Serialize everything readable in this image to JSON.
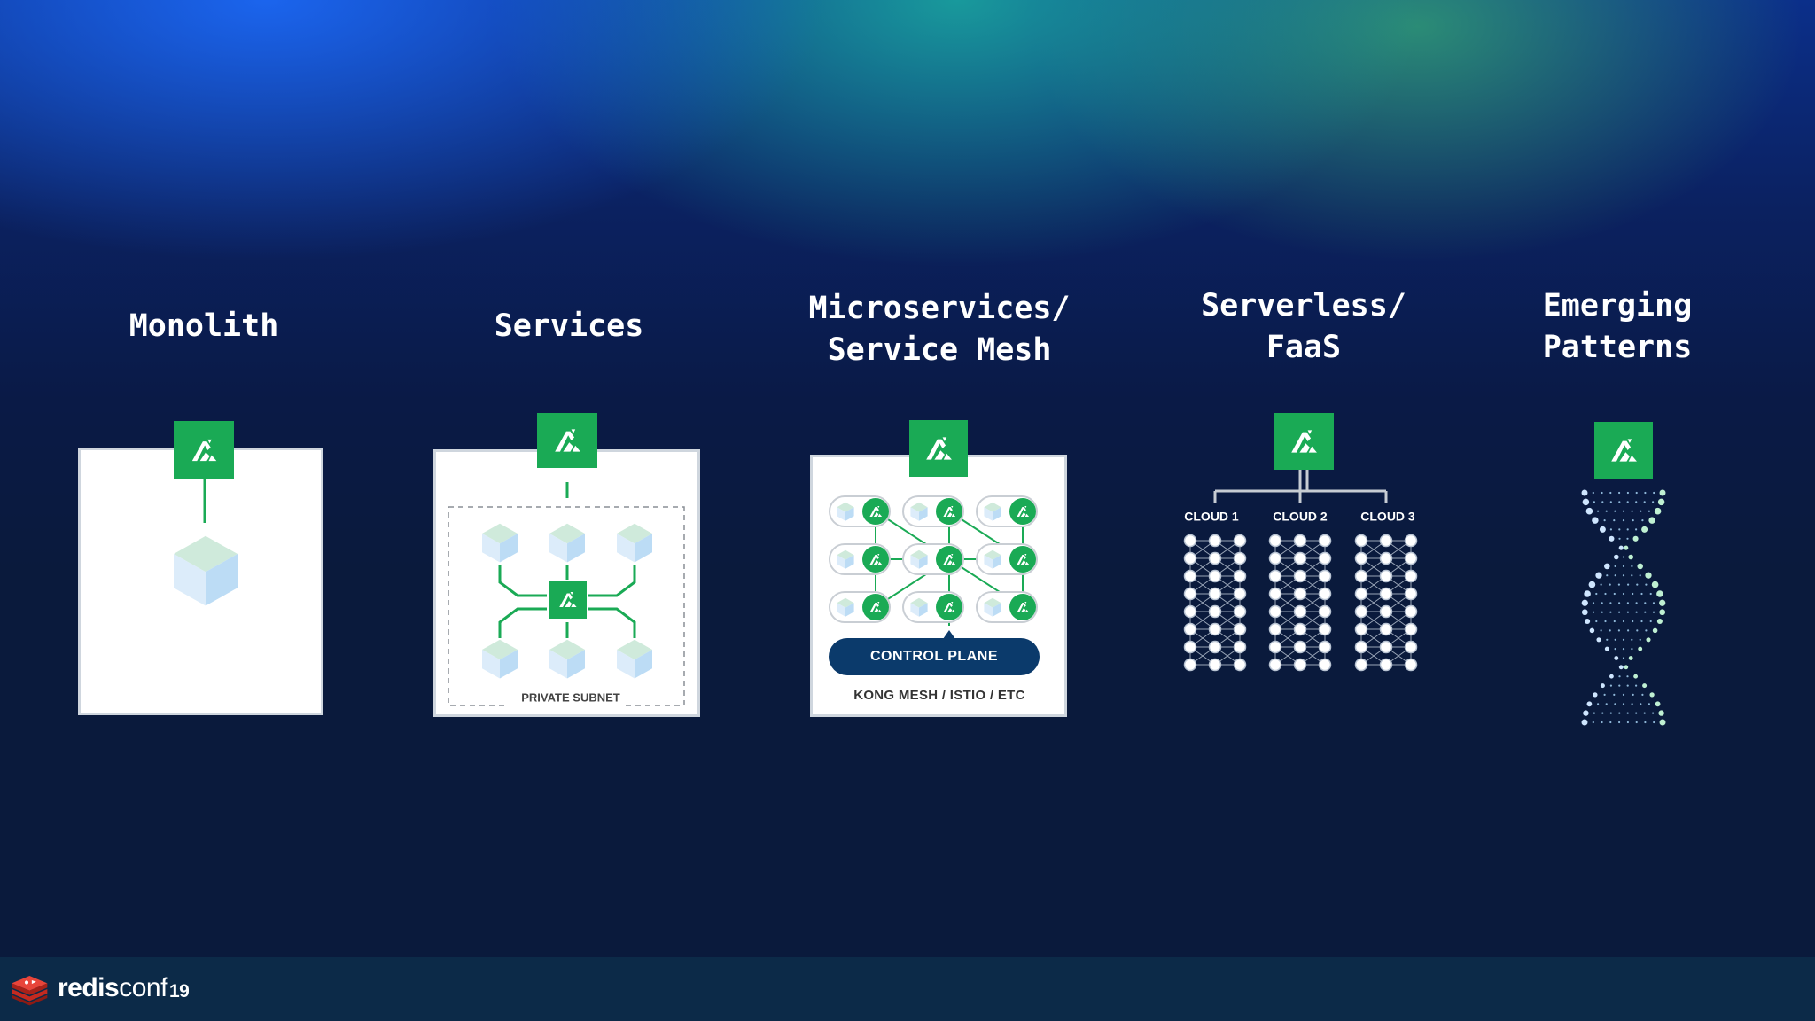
{
  "columns": [
    {
      "id": "monolith",
      "title_lines": [
        "Monolith"
      ]
    },
    {
      "id": "services",
      "title_lines": [
        "Services"
      ],
      "subnet_label": "PRIVATE SUBNET"
    },
    {
      "id": "microservices",
      "title_lines": [
        "Microservices/",
        "Service Mesh"
      ],
      "control_plane_label": "CONTROL PLANE",
      "mesh_caption": "KONG MESH / ISTIO / ETC"
    },
    {
      "id": "serverless",
      "title_lines": [
        "Serverless/",
        "FaaS"
      ],
      "clouds": [
        "CLOUD 1",
        "CLOUD 2",
        "CLOUD 3"
      ]
    },
    {
      "id": "emerging",
      "title_lines": [
        "Emerging",
        "Patterns"
      ]
    }
  ],
  "footer": {
    "brand_bold": "redis",
    "brand_light": "conf",
    "brand_year": "19"
  },
  "colors": {
    "kong_green": "#1aaa55",
    "control_plane_navy": "#0b3a6b",
    "background_navy": "#0a1a3c",
    "redis_red": "#d82c20"
  },
  "icons": {
    "gateway": "kong-gorilla-icon",
    "service": "cube-icon",
    "brand": "redis-stack-logo-icon"
  }
}
